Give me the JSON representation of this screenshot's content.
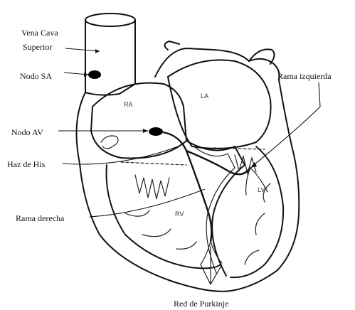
{
  "labels": {
    "vena_cava_line1": "Vena Cava",
    "vena_cava_line2": "Superior",
    "sa_node": "Nodo SA",
    "av_node": "Nodo AV",
    "his_bundle": "Haz de His",
    "right_bundle": "Rama derecha",
    "left_bundle": "Rama izquierda",
    "purkinje": "Red de Purkinje"
  },
  "chambers": {
    "right_atrium": "RA",
    "left_atrium": "LA",
    "right_ventricle": "RV",
    "left_ventricle": "LV"
  },
  "colors": {
    "ink": "#111111",
    "vena_cava_fill": "#c8c8c8",
    "node_fill": "#000000"
  }
}
